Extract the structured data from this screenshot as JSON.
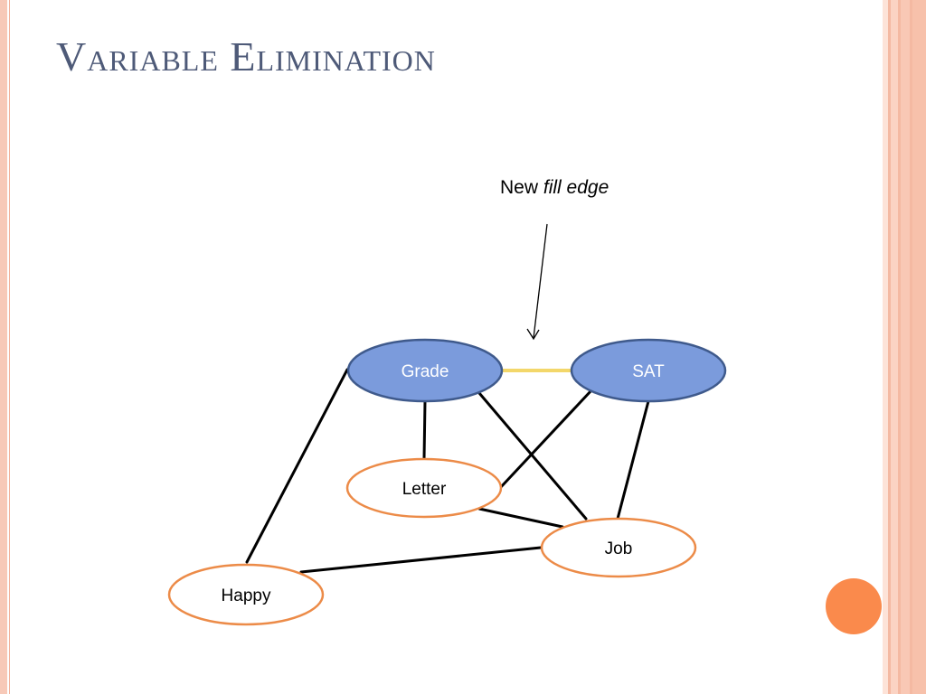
{
  "slide": {
    "title": "Variable Elimination"
  },
  "annotation": {
    "prefix": "New",
    "emphasis": "fill edge"
  },
  "diagram": {
    "nodes": [
      {
        "id": "grade",
        "label": "Grade",
        "kind": "eliminated"
      },
      {
        "id": "sat",
        "label": "SAT",
        "kind": "eliminated"
      },
      {
        "id": "letter",
        "label": "Letter",
        "kind": "remaining"
      },
      {
        "id": "job",
        "label": "Job",
        "kind": "remaining"
      },
      {
        "id": "happy",
        "label": "Happy",
        "kind": "remaining"
      }
    ],
    "edges": [
      {
        "from": "grade",
        "to": "sat",
        "kind": "fill"
      },
      {
        "from": "grade",
        "to": "letter",
        "kind": "original"
      },
      {
        "from": "grade",
        "to": "job",
        "kind": "original"
      },
      {
        "from": "grade",
        "to": "happy",
        "kind": "original"
      },
      {
        "from": "sat",
        "to": "letter",
        "kind": "original"
      },
      {
        "from": "sat",
        "to": "job",
        "kind": "original"
      },
      {
        "from": "letter",
        "to": "job",
        "kind": "original"
      },
      {
        "from": "job",
        "to": "happy",
        "kind": "original"
      }
    ]
  },
  "colors": {
    "eliminated_fill": "#7b9bdc",
    "eliminated_stroke": "#3f5a8c",
    "remaining_fill": "#ffffff",
    "remaining_stroke": "#ec8b48",
    "fill_edge": "#f3d76a",
    "edge": "#000000",
    "title": "#4e5a78",
    "accent": "#fa8a4c"
  }
}
